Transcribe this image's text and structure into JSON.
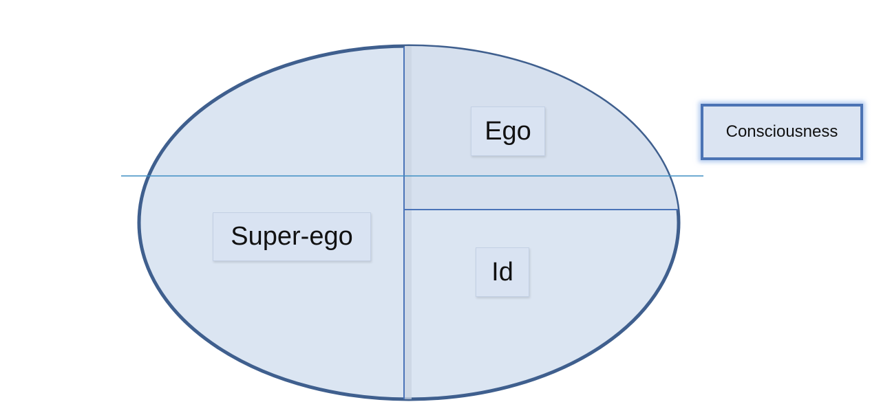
{
  "labels": {
    "ego": "Ego",
    "superego": "Super-ego",
    "id": "Id",
    "consciousness": "Consciousness"
  },
  "colors": {
    "ellipse_fill": "#dbe5f2",
    "ellipse_stroke": "#3f5f8e",
    "divider_line": "#4a73b8",
    "consciousness_line": "#55a9d9",
    "box_fill": "#d9e3f2",
    "box_border": "#4b73b4"
  }
}
